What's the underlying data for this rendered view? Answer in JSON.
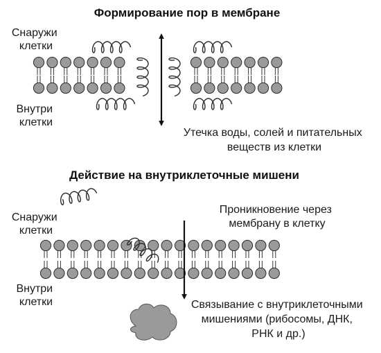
{
  "panel_top": {
    "title": "Формирование пор в мембране",
    "outside_label": [
      "Снаружи",
      "клетки"
    ],
    "inside_label": [
      "Внутри",
      "клетки"
    ],
    "leak_label": [
      "Утечка воды, солей и питательных",
      "веществ из клетки"
    ]
  },
  "panel_bottom": {
    "title": "Действие на внутриклеточные мишени",
    "outside_label": [
      "Снаружи",
      "клетки"
    ],
    "inside_label": [
      "Внутри",
      "клетки"
    ],
    "penetration_label": [
      "Проникновение через",
      "мембрану в клетку"
    ],
    "binding_label": [
      "Связывание с внутриклеточными",
      "мишениями (рибосомы, ДНК,",
      "РНК и др.)"
    ]
  },
  "colors": {
    "lipid_head": "#9a9a9a",
    "outline": "#2a2a2a",
    "arrow": "#111111"
  }
}
